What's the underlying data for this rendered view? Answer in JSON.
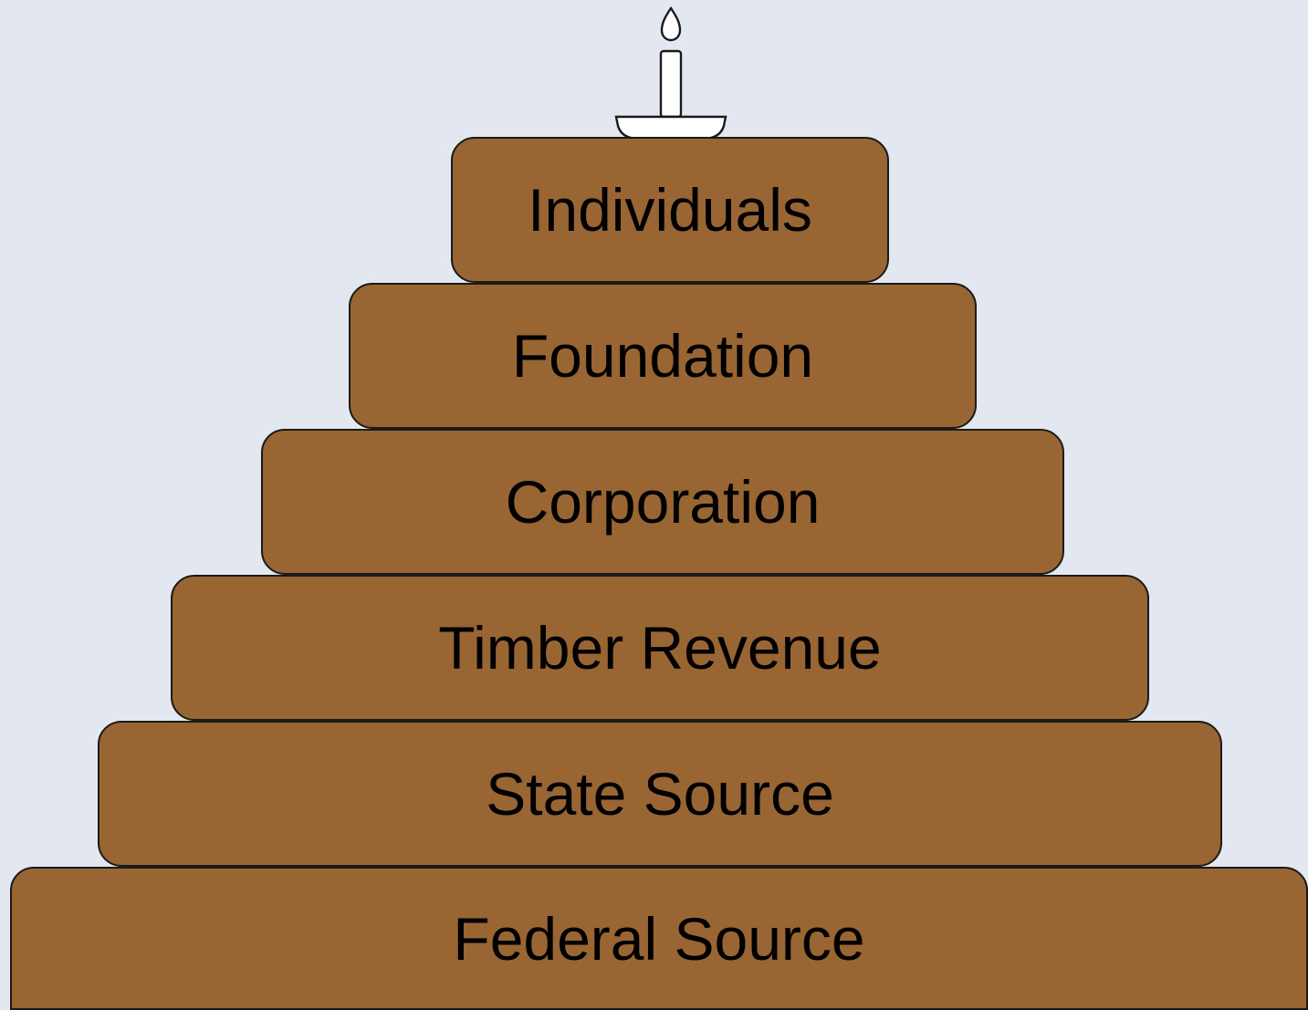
{
  "diagram": {
    "tiers": [
      {
        "label": "Individuals"
      },
      {
        "label": "Foundation"
      },
      {
        "label": "Corporation"
      },
      {
        "label": "Timber Revenue"
      },
      {
        "label": "State Source"
      },
      {
        "label": "Federal Source"
      }
    ],
    "colors": {
      "background": "#e3e8f0",
      "tier_fill": "#986533",
      "outline": "#1a1a1a"
    },
    "topper_icon": "candle-icon"
  }
}
